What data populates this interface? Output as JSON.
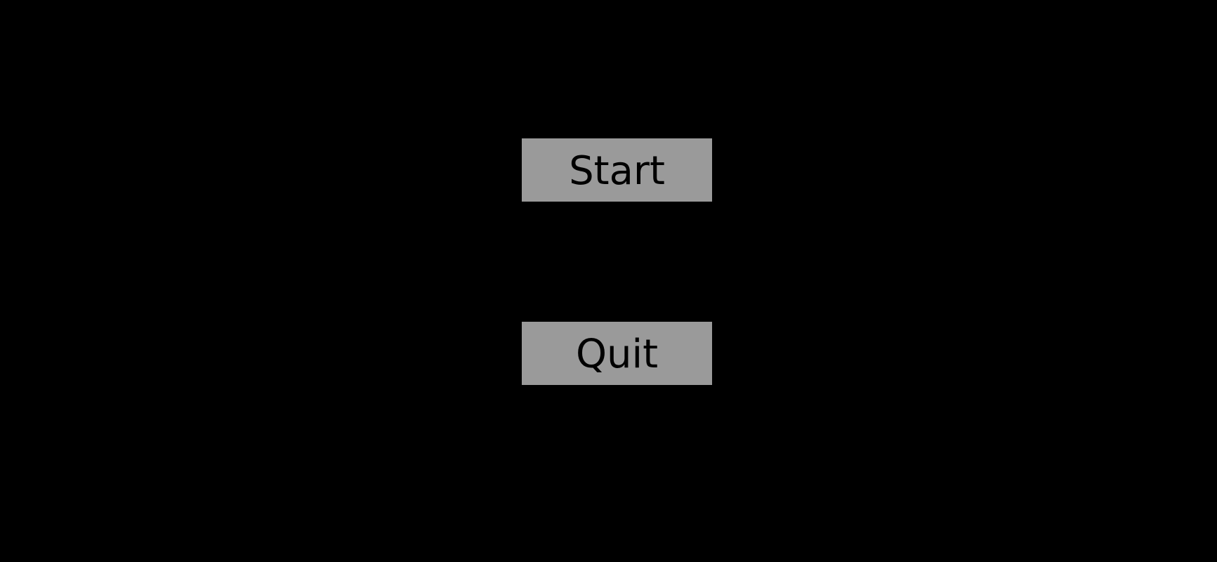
{
  "screen": {
    "background_color": "#000000"
  },
  "menu": {
    "buttons": [
      {
        "id": "start",
        "label": "Start",
        "background_color": "#9a9a9a",
        "text_color": "#000000"
      },
      {
        "id": "quit",
        "label": "Quit",
        "background_color": "#9a9a9a",
        "text_color": "#000000"
      }
    ]
  }
}
